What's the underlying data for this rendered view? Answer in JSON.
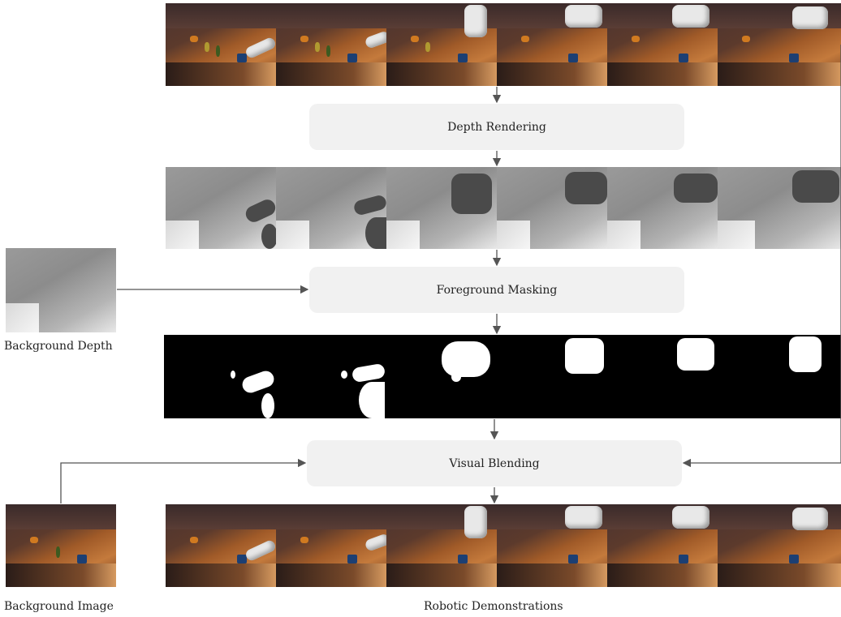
{
  "stages": {
    "depth_rendering": "Depth Rendering",
    "foreground_masking": "Foreground Masking",
    "visual_blending": "Visual Blending"
  },
  "captions": {
    "background_depth": "Background Depth",
    "background_image": "Background Image",
    "robotic_demonstrations": "Robotic Demonstrations"
  },
  "frame_count": 6,
  "colors": {
    "stage_box": "#f1f1f1",
    "arrow": "#555555",
    "table_wood": "#c47a3c",
    "cube": "#1c3f73",
    "mask_foreground": "#ffffff",
    "mask_background": "#000000"
  }
}
